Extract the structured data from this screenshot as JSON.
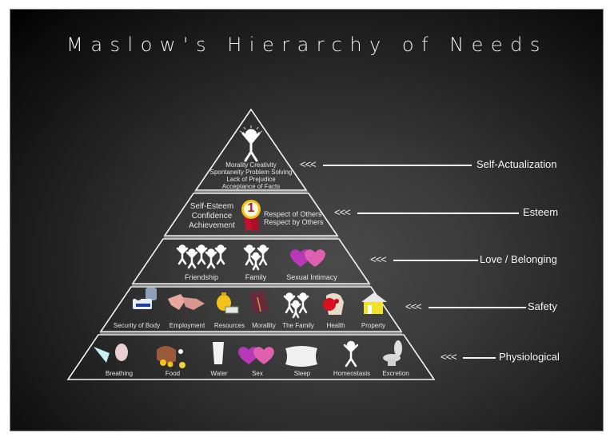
{
  "title": "Maslow's Hierarchy of Needs",
  "colors": {
    "board": "#2e2e2e",
    "line": "#f2f2f2",
    "text": "#e6e6e6",
    "heart_purple": "#b838b8",
    "heart_pink": "#e060b0",
    "medal_gold": "#f2c21a",
    "medal_red": "#c8102e",
    "house_yellow": "#f2e02a"
  },
  "tiers": [
    {
      "name": "Self-Actualization",
      "arrow": "<<<",
      "icon": "person-enlightened-icon",
      "lines": [
        "Morality  Creativity",
        "Spontaneity  Problem Solving",
        "Lack of Prejudice",
        "Acceptance of Facts"
      ]
    },
    {
      "name": "Esteem",
      "arrow": "<<<",
      "left_lines": [
        "Self-Esteem",
        "Confidence",
        "Achievement"
      ],
      "badge": "1",
      "right_lines": [
        "Respect of Others",
        "Respect by Others"
      ]
    },
    {
      "name": "Love / Belonging",
      "arrow": "<<<",
      "items": [
        {
          "label": "Friendship",
          "icon": "group-people-icon"
        },
        {
          "label": "Family",
          "icon": "family-icon"
        },
        {
          "label": "Sexual Intimacy",
          "icon": "hearts-icon"
        }
      ]
    },
    {
      "name": "Safety",
      "arrow": "<<<",
      "items": [
        {
          "label": "Security of Body",
          "icon": "body-armor-icon"
        },
        {
          "label": "Employment",
          "icon": "handshake-icon"
        },
        {
          "label": "Resources",
          "icon": "money-bag-icon"
        },
        {
          "label": "Morallity",
          "icon": "bible-icon"
        },
        {
          "label": "The Family",
          "icon": "family-icon"
        },
        {
          "label": "Health",
          "icon": "health-icon"
        },
        {
          "label": "Property",
          "icon": "house-icon"
        }
      ]
    },
    {
      "name": "Physiological",
      "arrow": "<<<",
      "items": [
        {
          "label": "Breathing",
          "icon": "breathing-icon"
        },
        {
          "label": "Food",
          "icon": "meat-icon"
        },
        {
          "label": "Water",
          "icon": "water-glass-icon"
        },
        {
          "label": "Sex",
          "icon": "hearts-icon"
        },
        {
          "label": "Sleep",
          "icon": "pillow-icon"
        },
        {
          "label": "Homeostasis",
          "icon": "person-icon"
        },
        {
          "label": "Excretion",
          "icon": "toilet-icon"
        }
      ]
    }
  ]
}
